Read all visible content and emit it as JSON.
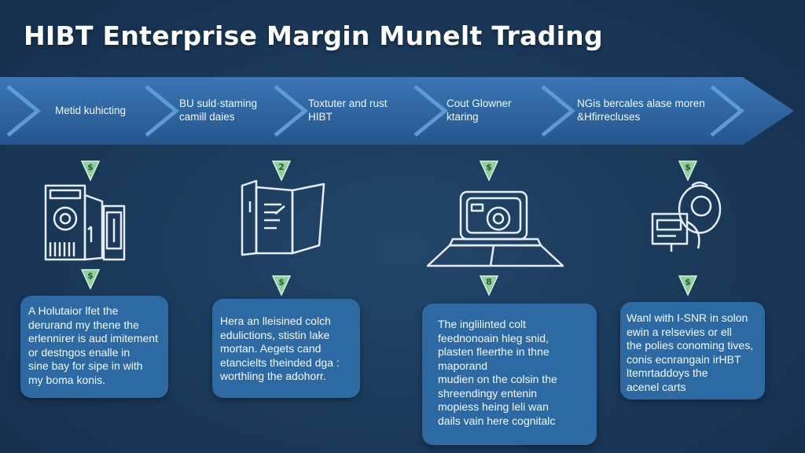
{
  "title": "HIBT Enterprise Margin Munelt Trading",
  "colors": {
    "background": "#1c3a5c",
    "arrow_band": "#2e64a0",
    "card": "#2d6aa4",
    "badge": "#8fcf9b",
    "line_art": "#e6edf5"
  },
  "stages": [
    {
      "label": "Metid kuhicting"
    },
    {
      "label": "BU suld·staming\ncamill daies"
    },
    {
      "label": "Toxtuter and rust\nHIBT"
    },
    {
      "label": "Cout Glowner\nktaring"
    },
    {
      "label": "NGis bercales alase moren\n&Hfirrecluses"
    }
  ],
  "steps": [
    {
      "icon": "server-tower-icon",
      "top_badge": "$",
      "bottom_badge": "$",
      "text": "A Holutaior lfet the\nderurand my thene the\nerlennirer is aud imitement\nor destngos enalle in\nsine bay for sipe in with\nmy boma konis."
    },
    {
      "icon": "open-binder-icon",
      "top_badge": "2",
      "bottom_badge": "$",
      "text": "Hera an lleisined colch\nedulictions, stistin lake\nmortan. Aegets cand\netancielts theinded dga :\nworthling the adohorr."
    },
    {
      "icon": "camera-laptop-icon",
      "top_badge": "$",
      "bottom_badge": "8",
      "text": "The inglilinted colt\nfeednonoain hleg snid,\nplasten fleerthe in thne\nmaporand\nmudien on the colsin the\nshreendingy entenin\nmopiess heing leli wan\ndails vain here cognitalc"
    },
    {
      "icon": "gear-monitor-icon",
      "top_badge": "$",
      "bottom_badge": "$",
      "text": "Wanl with I-SNR in solon\newin a relsevies or ell\nthe polies conoming tives,\nconis ecnrangain irHBT\nltemrtaddoys the\nacenel carts"
    }
  ]
}
